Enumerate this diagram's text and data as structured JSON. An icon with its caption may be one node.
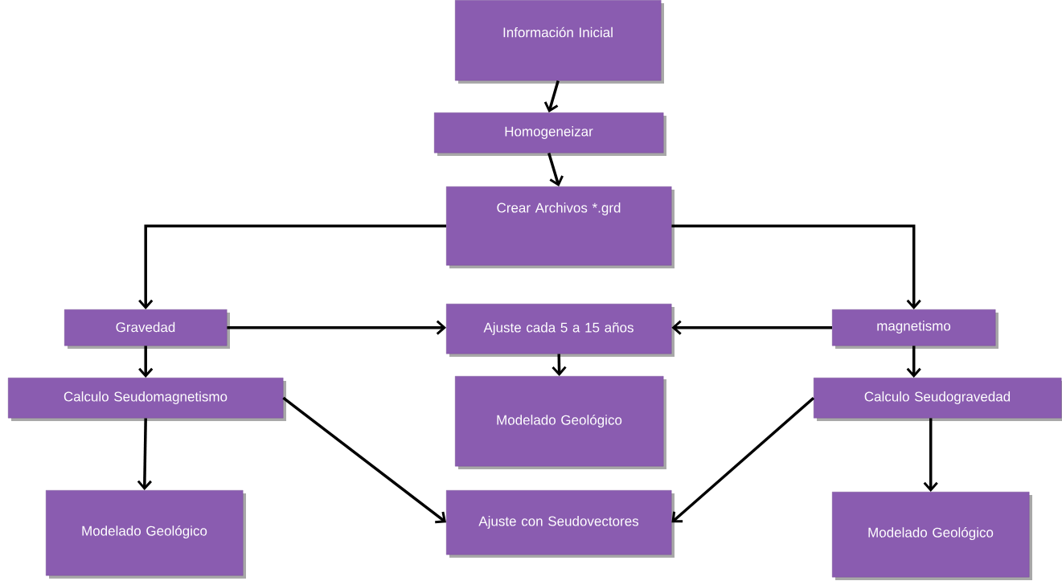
{
  "diagram": {
    "nodes": [
      {
        "text": [
          "Información Inicial"
        ]
      },
      {
        "text": [
          "Homogeneizar"
        ]
      },
      {
        "text": [
          "Crear Archivos *.grd"
        ]
      },
      {
        "text": [
          "Gravedad"
        ]
      },
      {
        "text": [
          "Ajuste cada 5 a 15 años"
        ]
      },
      {
        "text": [
          "magnetismo"
        ]
      },
      {
        "text": [
          "Calculo Seudomagnetismo"
        ]
      },
      {
        "text": [
          "Modelado Geológico"
        ]
      },
      {
        "text": [
          "Calculo Seudogravedad"
        ]
      },
      {
        "text": [
          "Modelado Geológico"
        ]
      },
      {
        "text": [
          "Ajuste con Seudovectores"
        ]
      },
      {
        "text": [
          "Modelado Geológico"
        ]
      }
    ],
    "edges": [
      {
        "from": 0,
        "to": 1,
        "arrow": "to"
      },
      {
        "from": 1,
        "to": 2,
        "arrow": "to"
      },
      {
        "from": 2,
        "to": 3,
        "arrow": "to"
      },
      {
        "from": 2,
        "to": 5,
        "arrow": "to"
      },
      {
        "from": 3,
        "to": 4,
        "arrow": "to"
      },
      {
        "from": 5,
        "to": 4,
        "arrow": "to"
      },
      {
        "from": 3,
        "to": 6,
        "arrow": "to"
      },
      {
        "from": 4,
        "to": 7,
        "arrow": "to"
      },
      {
        "from": 5,
        "to": 8,
        "arrow": "to"
      },
      {
        "from": 6,
        "to": 9,
        "arrow": "to"
      },
      {
        "from": 6,
        "to": 10,
        "arrow": "to"
      },
      {
        "from": 8,
        "to": 10,
        "arrow": "to"
      },
      {
        "from": 8,
        "to": 11,
        "arrow": "to"
      }
    ]
  }
}
